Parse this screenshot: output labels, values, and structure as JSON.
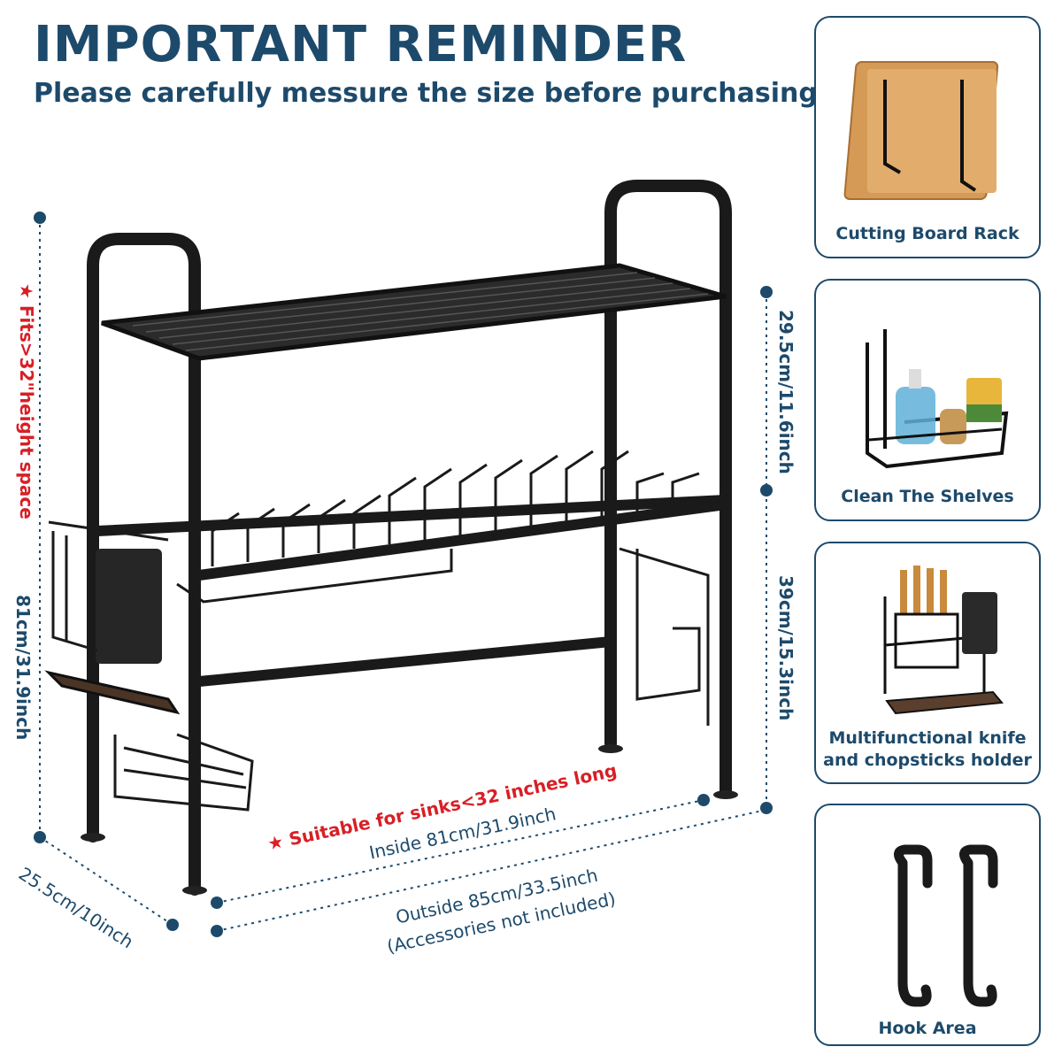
{
  "header": {
    "title": "IMPORTANT REMINDER",
    "subtitle": "Please carefully messure the size before purchasing"
  },
  "dimensions": {
    "fits_height": "★ Fits>32\"height space",
    "total_height": "81cm/31.9inch",
    "top_tier": "29.5cm/11.6inch",
    "lower_tier": "39cm/15.3inch",
    "sink_note": "★ Suitable for sinks<32 inches long",
    "inside_width": "Inside 81cm/31.9inch",
    "outside_width": "Outside 85cm/33.5inch",
    "accessories_note": "(Accessories not included)",
    "depth": "25.5cm/10inch"
  },
  "features": [
    {
      "label": "Cutting Board Rack",
      "icon": "cutting-board-rack-icon"
    },
    {
      "label": "Clean The Shelves",
      "icon": "sponge-basket-icon"
    },
    {
      "label": "Multifunctional knife",
      "label2": "and chopsticks holder",
      "icon": "knife-holder-icon"
    },
    {
      "label": "Hook Area",
      "icon": "hooks-icon"
    }
  ],
  "colors": {
    "primary": "#1d4a6b",
    "accent_red": "#d81f26",
    "rack": "#1a1a1a"
  }
}
